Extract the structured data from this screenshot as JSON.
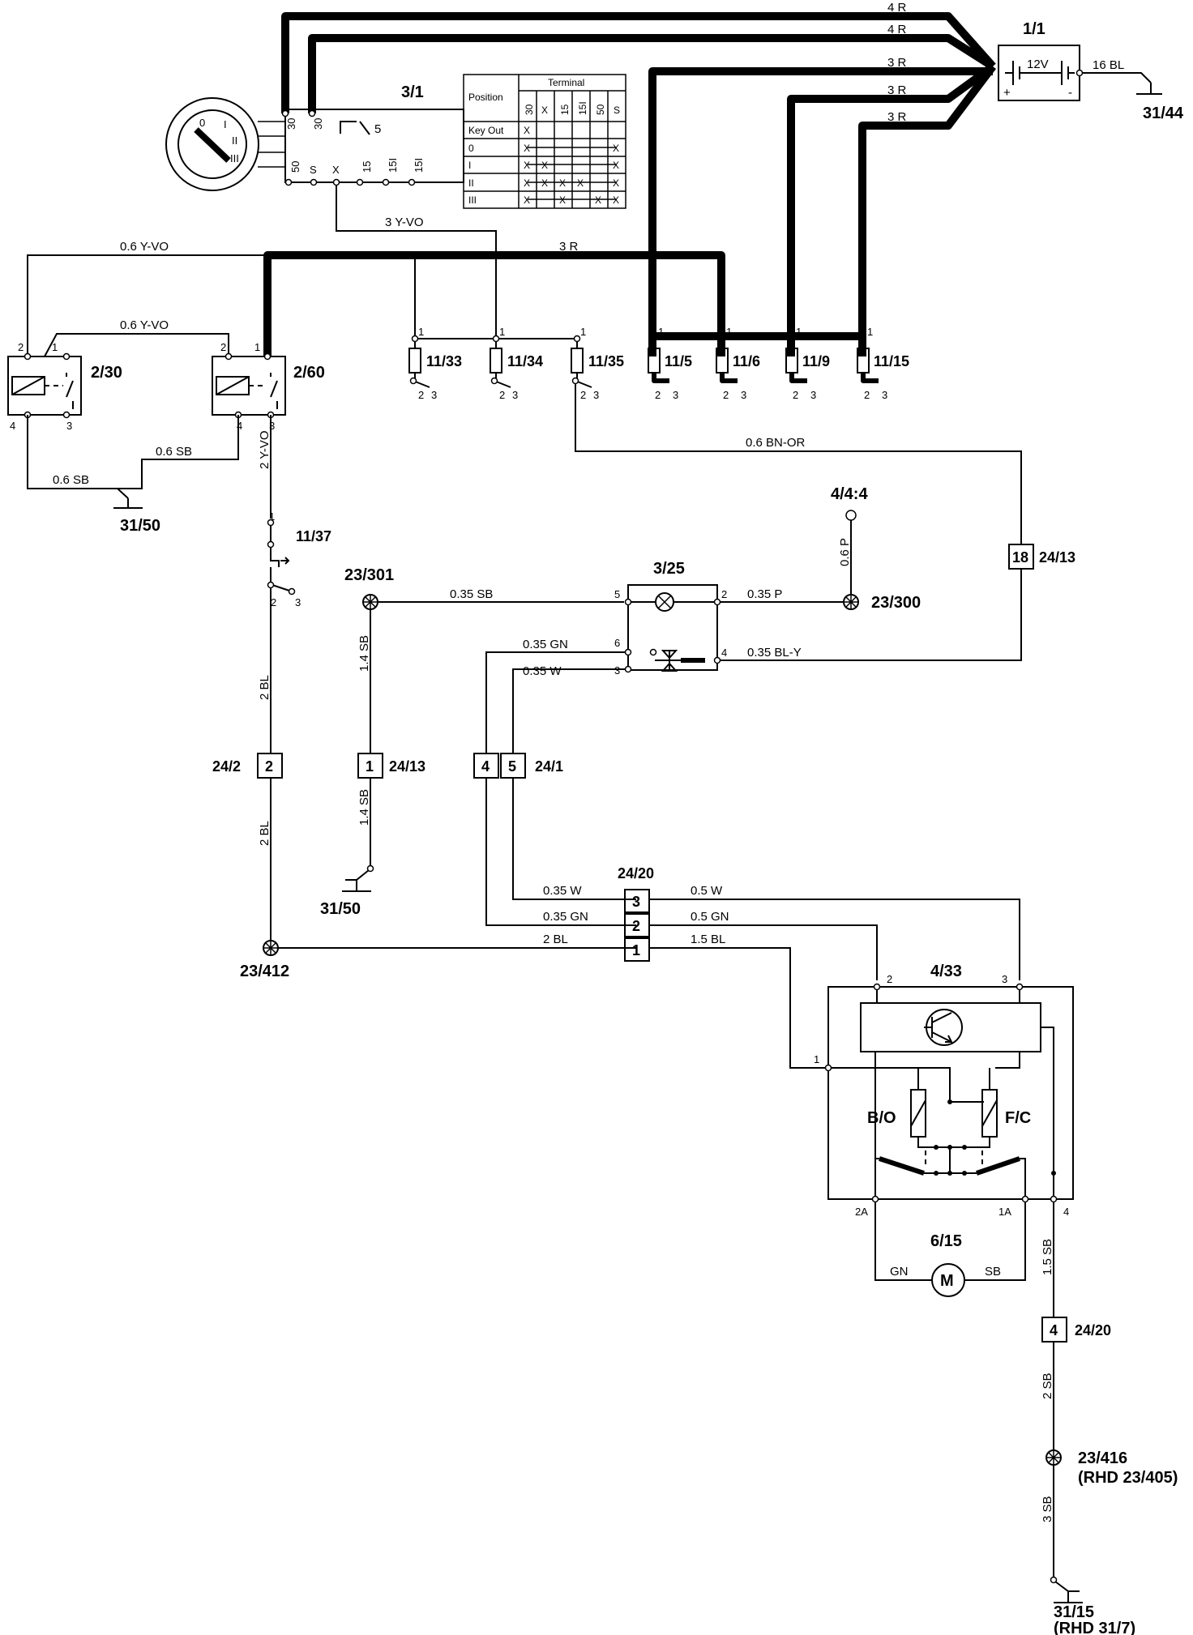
{
  "components": {
    "c_1_1": "1/1",
    "c_31_44": "31/44",
    "c_3_1": "3/1",
    "c_2_30": "2/30",
    "c_2_60": "2/60",
    "c_31_50a": "31/50",
    "c_11_33": "11/33",
    "c_11_34": "11/34",
    "c_11_35": "11/35",
    "c_11_5": "11/5",
    "c_11_6": "11/6",
    "c_11_9": "11/9",
    "c_11_15": "11/15",
    "c_11_37": "11/37",
    "c_4_4_4": "4/4:4",
    "c_23_301": "23/301",
    "c_3_25": "3/25",
    "c_23_300": "23/300",
    "c_24_13a": "24/13",
    "c_24_2": "24/2",
    "c_24_13b": "24/13",
    "c_24_1": "24/1",
    "c_31_50b": "31/50",
    "c_24_20a": "24/20",
    "c_23_412": "23/412",
    "c_4_33": "4/33",
    "c_6_15": "6/15",
    "c_24_20b": "24/20",
    "c_23_416": "23/416",
    "c_23_416_rhd": "(RHD 23/405)",
    "c_31_15": "31/15",
    "c_31_15_rhd": "(RHD 31/7)"
  },
  "wires": {
    "w_4r_a": "4 R",
    "w_4r_b": "4 R",
    "w_3r_a": "3 R",
    "w_3r_b": "3 R",
    "w_3r_c": "3 R",
    "w_16bl": "16 BL",
    "w_3yvo": "3 Y-VO",
    "w_3r_d": "3 R",
    "w_06yvo_a": "0.6 Y-VO",
    "w_06yvo_b": "0.6 Y-VO",
    "w_06sb_a": "0.6 SB",
    "w_06sb_b": "0.6 SB",
    "w_2yvo": "2 Y-VO",
    "w_06bnor": "0.6 BN-OR",
    "w_06p": "0.6 P",
    "w_035sb": "0.35 SB",
    "w_035p": "0.35 P",
    "w_035gn_a": "0.35 GN",
    "w_035w_a": "0.35 W",
    "w_035bly": "0.35 BL-Y",
    "w_2bl_a": "2 BL",
    "w_14sb_a": "1.4 SB",
    "w_14sb_b": "1.4 SB",
    "w_2bl_b": "2 BL",
    "w_035w_b": "0.35 W",
    "w_035gn_b": "0.35 GN",
    "w_2bl_c": "2 BL",
    "w_05w": "0.5 W",
    "w_05gn": "0.5 GN",
    "w_15bl": "1.5 BL",
    "w_gn": "GN",
    "w_sb": "SB",
    "w_15sb": "1.5 SB",
    "w_2sb": "2 SB",
    "w_3sb": "3 SB"
  },
  "battery": {
    "voltage": "12V",
    "plus": "+",
    "minus": "-"
  },
  "switch_3_1": {
    "terminals": [
      "30",
      "30",
      "50",
      "S",
      "X",
      "15",
      "15I",
      "15I"
    ],
    "relay_pin": "5",
    "table_head_position": "Position",
    "table_head_terminal": "Terminal",
    "table_cols": [
      "30",
      "X",
      "15",
      "15I",
      "50",
      "S"
    ],
    "table_rows": [
      "Key Out",
      "0",
      "I",
      "II",
      "III"
    ],
    "table_mark": "X",
    "key_positions": [
      "0",
      "I",
      "II",
      "III"
    ]
  },
  "connectors": {
    "c_24_2_pin": "2",
    "c_24_13a_pin": "18",
    "c_24_13b_pin": "1",
    "c_24_1_pin_a": "4",
    "c_24_1_pin_b": "5",
    "c_24_20a_pin_3": "3",
    "c_24_20a_pin_2": "2",
    "c_24_20a_pin_1": "1",
    "c_24_20b_pin": "4"
  },
  "pins": {
    "p1": "1",
    "p2": "2",
    "p3": "3",
    "p4": "4",
    "p5": "5",
    "p6": "6",
    "p2a": "2A",
    "p1a": "1A"
  },
  "relay_4_33": {
    "bo": "B/O",
    "fc": "F/C"
  },
  "motor": "M"
}
